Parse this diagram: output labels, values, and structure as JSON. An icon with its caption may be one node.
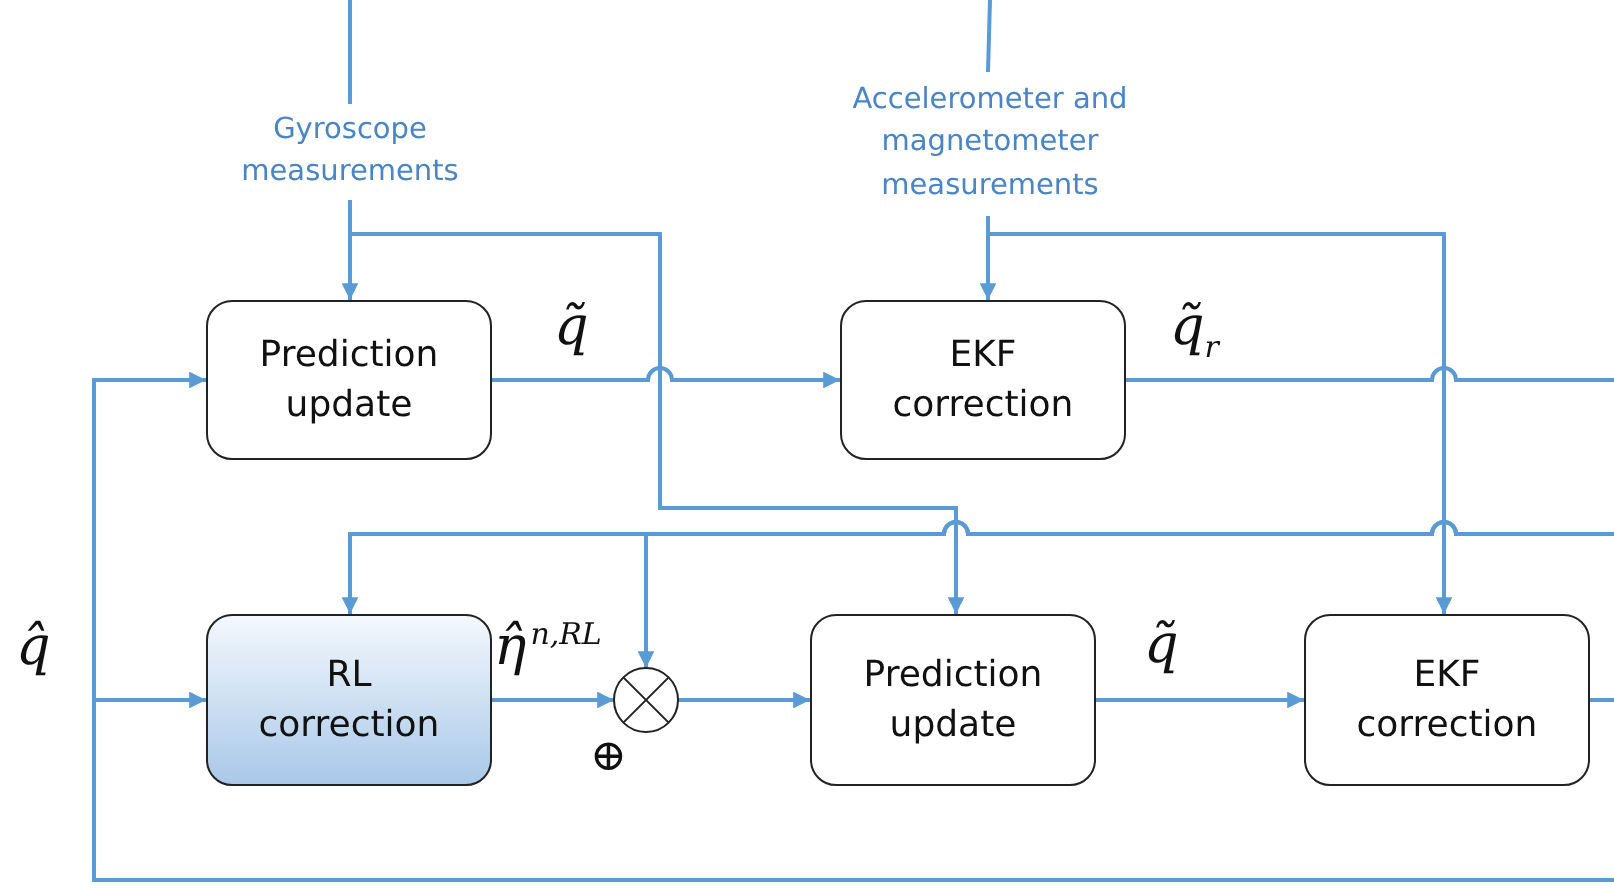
{
  "diagram": {
    "nodes": [
      {
        "text": [
          "Gyroscope measurements"
        ]
      },
      {
        "text": [
          "Accelerometer and magnetometer measurements"
        ]
      },
      {
        "text": [
          "Prediction update"
        ]
      },
      {
        "text": [
          "EKF correction"
        ]
      },
      {
        "text": [
          "RL correction"
        ]
      },
      {
        "text": [],
        "shape": "circle"
      },
      {
        "text": [
          "Prediction update"
        ]
      },
      {
        "text": [
          "EKF correction"
        ]
      }
    ],
    "edges": [
      {
        "from": null,
        "to": 0,
        "arrow": "none"
      },
      {
        "from": 0,
        "to": 2,
        "arrow": "to"
      },
      {
        "from": 0,
        "to": 6,
        "arrow": "to"
      },
      {
        "from": null,
        "to": 1,
        "arrow": "none"
      },
      {
        "from": 1,
        "to": 3,
        "arrow": "to"
      },
      {
        "from": 1,
        "to": 7,
        "arrow": "to"
      },
      {
        "from": 2,
        "to": 3,
        "arrow": "to",
        "label": "q̃"
      },
      {
        "from": 3,
        "to": null,
        "arrow": "none",
        "label": "q̃$_{r}$"
      },
      {
        "from": null,
        "to": 4,
        "arrow": "to"
      },
      {
        "from": null,
        "to": 5,
        "arrow": "to"
      },
      {
        "from": 4,
        "to": 5,
        "arrow": "to",
        "label": "η̂$^{n,RL}$"
      },
      {
        "from": 5,
        "to": 6,
        "arrow": "to"
      },
      {
        "from": 6,
        "to": 7,
        "arrow": "to",
        "label": "q̃"
      },
      {
        "from": 7,
        "to": null,
        "arrow": "none"
      },
      {
        "from": null,
        "to": 2,
        "arrow": "to"
      },
      {
        "from": null,
        "to": 4,
        "arrow": "to"
      }
    ],
    "labels": [
      "q̂",
      "⊕"
    ]
  }
}
